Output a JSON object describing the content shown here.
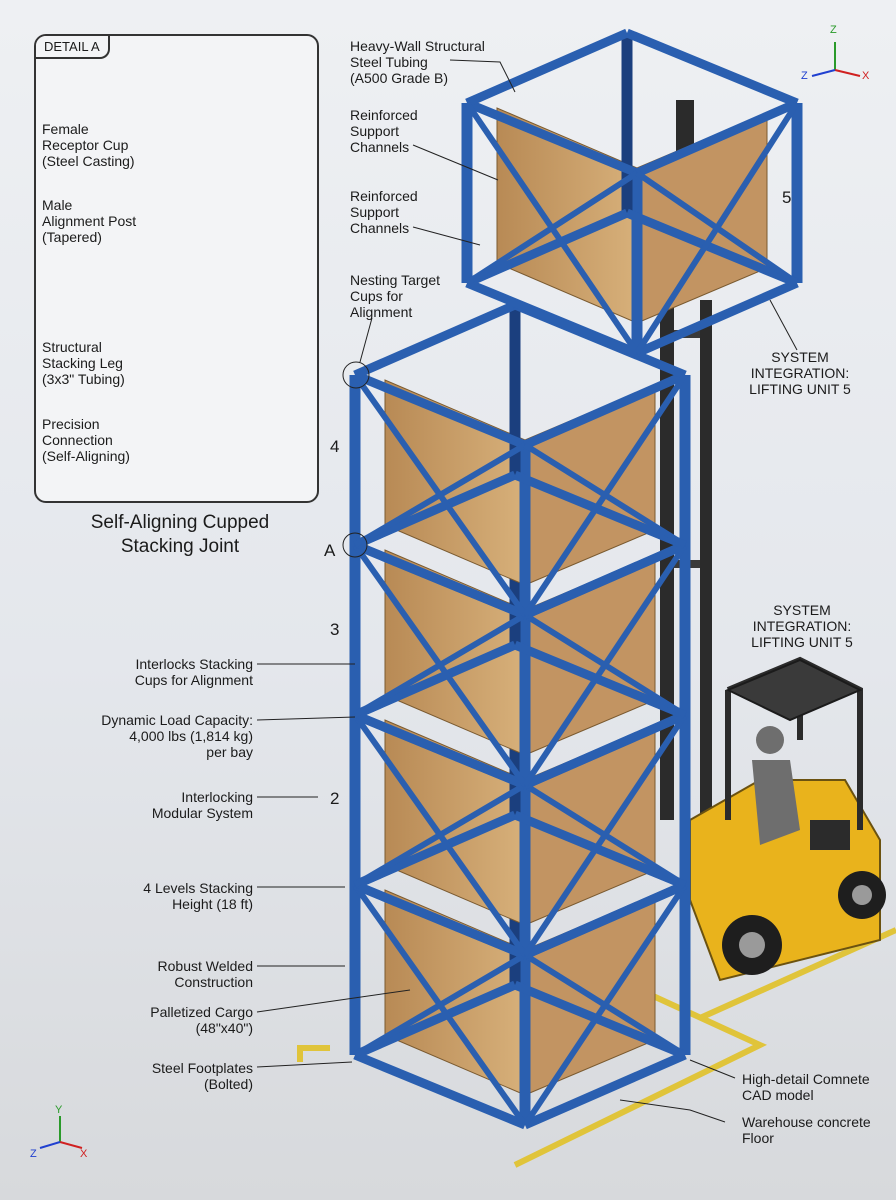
{
  "detail": {
    "tag": "DETAIL A",
    "title_line1": "Self-Aligning Cupped",
    "title_line2": "Stacking Joint",
    "labels": {
      "female_cup": [
        "Female",
        "Receptor Cup",
        "(Steel Casting)"
      ],
      "male_post": [
        "Male",
        "Alignment Post",
        "(Tapered)"
      ],
      "leg": [
        "Structural",
        "Stacking Leg",
        "(3x3\" Tubing)"
      ],
      "connection": [
        "Precision",
        "Connection",
        "(Self-Aligning)"
      ]
    }
  },
  "callouts_top": {
    "tubing": [
      "Heavy-Wall Structural",
      "Steel Tubing",
      "(A500 Grade B)"
    ],
    "channels1": [
      "Reinforced",
      "Support",
      "Channels"
    ],
    "channels2": [
      "Reinforced",
      "Support",
      "Channels"
    ],
    "nesting": [
      "Nesting Target",
      "Cups for",
      "Alignment"
    ]
  },
  "callouts_right": {
    "system1": [
      "SYSTEM",
      "INTEGRATION:",
      "LIFTING UNIT 5"
    ],
    "system2": [
      "SYSTEM",
      "INTEGRATION:",
      "LIFTING UNIT 5"
    ],
    "cad": [
      "High-detail Comnete",
      "CAD model"
    ],
    "floor": [
      "Warehouse concrete",
      "Floor"
    ]
  },
  "callouts_left": {
    "interlocks": [
      "Interlocks Stacking",
      "Cups for Alignment"
    ],
    "capacity": [
      "Dynamic Load Capacity:",
      "4,000 lbs (1,814 kg)",
      "per bay"
    ],
    "modular": [
      "Interlocking",
      "Modular System"
    ],
    "height": [
      "4 Levels Stacking",
      "Height (18 ft)"
    ],
    "welded": [
      "Robust Welded",
      "Construction"
    ],
    "cargo": [
      "Palletized Cargo",
      "(48\"x40\")"
    ],
    "footplates": [
      "Steel Footplates",
      "(Bolted)"
    ]
  },
  "level_numbers": {
    "l5": "5",
    "l4": "4",
    "l3": "3",
    "l2": "2",
    "a": "A"
  },
  "axes": {
    "z": "Z",
    "y": "Y",
    "x": "X"
  },
  "colors": {
    "rack_blue": "#2a5fb0",
    "rack_dark": "#1b3f7e",
    "box": "#c9a06a",
    "forklift": "#e9b31c",
    "floor_line": "#e0c43a"
  }
}
